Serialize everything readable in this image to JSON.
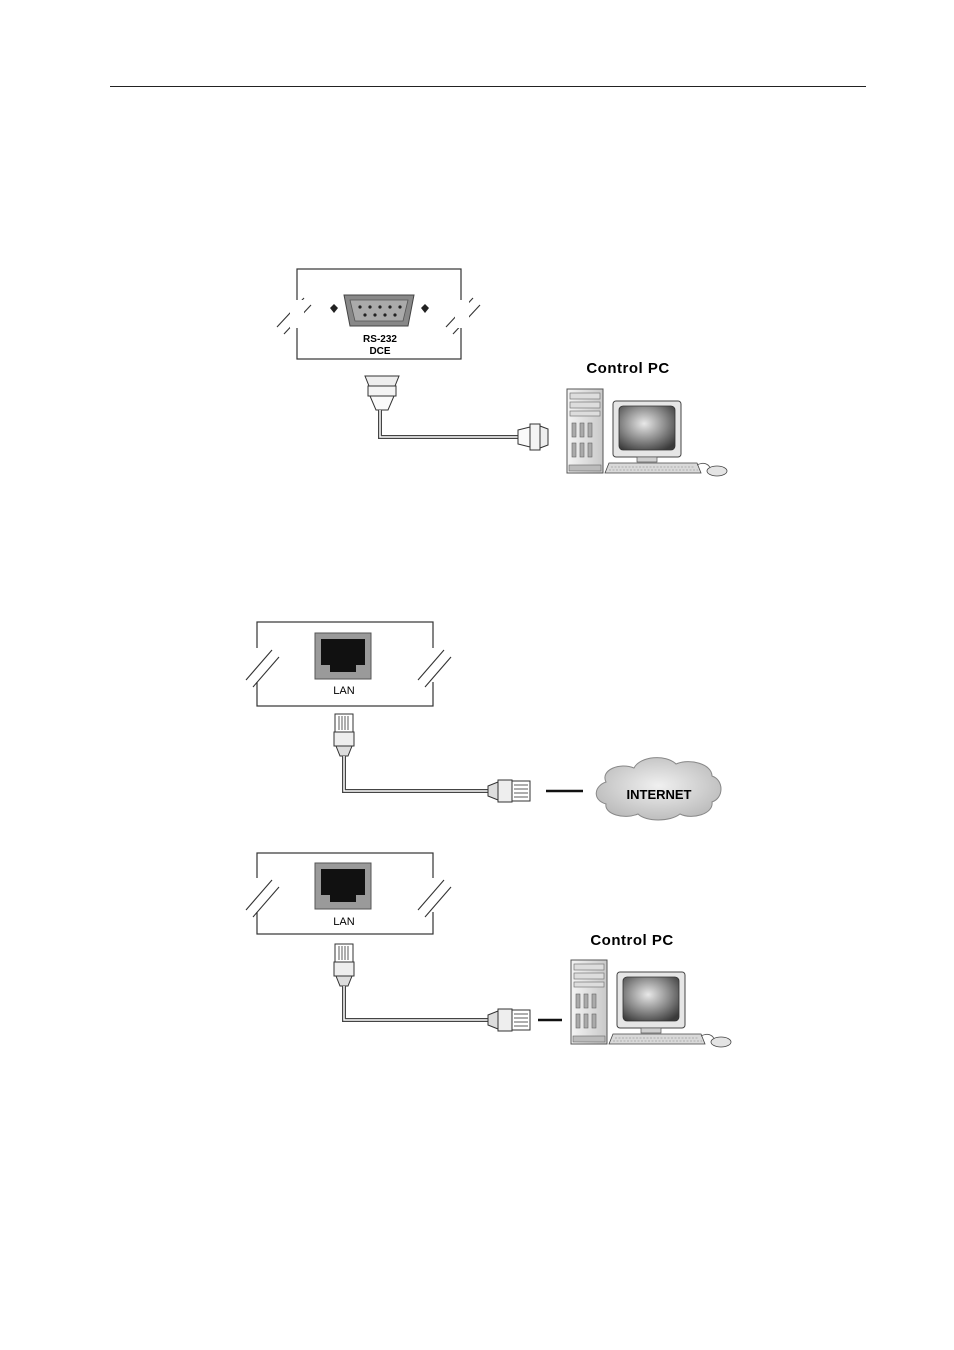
{
  "rs232_diagram": {
    "port_label_line1": "RS-232",
    "port_label_line2": "DCE",
    "pc_label": "Control PC"
  },
  "lan_internet_diagram": {
    "port_label": "LAN",
    "cloud_label": "INTERNET"
  },
  "lan_pc_diagram": {
    "port_label": "LAN",
    "pc_label": "Control PC"
  }
}
